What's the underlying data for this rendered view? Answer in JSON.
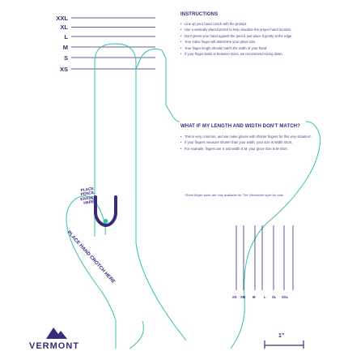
{
  "sizes": {
    "labels": [
      "XXL",
      "XL",
      "L",
      "M",
      "S",
      "XS"
    ]
  },
  "instructions": {
    "title": "INSTRUCTIONS",
    "items": [
      "Line up your hand crotch with the prompt.",
      "Use a vertically placed pencil to help visualize the proper hand location.",
      "Don't press your hand against the pencil, just place it gently at the edge.",
      "Your index finger will determine your glove size.",
      "Your finger length should match the width of your hand.",
      "If your finger lands in between sizes, we recommend sizing down."
    ]
  },
  "mismatch": {
    "title": "WHAT IF MY LENGTH AND WIDTH DON'T MATCH?",
    "items": [
      "This is very common, and we make gloves with shorter fingers for this very situation*.",
      "If your fingers measure shorter than your width, your size is Width short.",
      "For example, fingers are S and width is M, your glove size is M short."
    ],
    "note": "*Short finger sizes are only available for The Vermonter style for now."
  },
  "hand_prompt": {
    "place_pencil": "PLACE PENCIL ERASER HERE",
    "place_crotch": "PLACE HAND CROTCH HERE"
  },
  "width_gauge": {
    "labels": [
      "XS",
      "SM",
      "M",
      "L",
      "XL",
      "XXL"
    ]
  },
  "scale": {
    "label": "1\""
  },
  "brand": {
    "name": "VERMONT"
  },
  "colors": {
    "purple": "#3a2a7a",
    "teal": "#3bbfa8"
  }
}
